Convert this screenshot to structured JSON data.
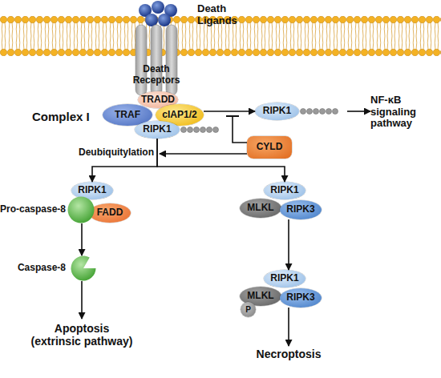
{
  "diagram": {
    "nodes": [
      {
        "text": [
          "Death Receptors"
        ]
      },
      {
        "text": [
          "TRADD"
        ]
      },
      {
        "text": [
          "TRAF"
        ]
      },
      {
        "text": [
          "cIAP1/2"
        ]
      },
      {
        "text": [
          "RIPK1"
        ]
      },
      {
        "text": [
          "RIPK1"
        ]
      },
      {
        "text": [
          "NF-κB signaling pathway"
        ]
      },
      {
        "text": [
          "CYLD"
        ]
      },
      {
        "text": [
          "RIPK1"
        ]
      },
      {
        "text": [
          "Pro-caspase-8"
        ]
      },
      {
        "text": [
          "FADD"
        ]
      },
      {
        "text": [
          "Caspase-8"
        ]
      },
      {
        "text": [
          "Apoptosis (extrinsic pathway)"
        ]
      },
      {
        "text": [
          "RIPK1"
        ]
      },
      {
        "text": [
          "MLKL"
        ]
      },
      {
        "text": [
          "RIPK3"
        ]
      },
      {
        "text": [
          "RIPK1"
        ]
      },
      {
        "text": [
          "MLKL"
        ]
      },
      {
        "text": [
          "RIPK3"
        ]
      },
      {
        "text": [
          "P"
        ]
      },
      {
        "text": [
          "Necroptosis"
        ]
      }
    ],
    "edges": [
      {
        "from": 3,
        "to": 5,
        "arrow": "to"
      },
      {
        "from": 5,
        "to": 6,
        "arrow": "to"
      },
      {
        "from": 4,
        "to": 8,
        "arrow": "to"
      },
      {
        "from": 4,
        "to": 13,
        "arrow": "to"
      },
      {
        "from": 9,
        "to": 11,
        "arrow": "to"
      },
      {
        "from": 11,
        "to": 12,
        "arrow": "to"
      },
      {
        "from": 15,
        "to": 16,
        "arrow": "to"
      },
      {
        "from": 18,
        "to": 20,
        "arrow": "to"
      }
    ],
    "labels": [
      "Death Ligands",
      "Complex I",
      "Deubiquitylation"
    ]
  }
}
